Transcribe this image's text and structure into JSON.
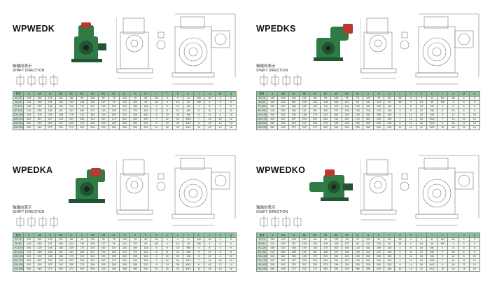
{
  "shaft_direction": {
    "cn": "轴输向表示",
    "en": "SHAFT DIRECTION"
  },
  "panels": [
    {
      "title": "WPWEDK",
      "headers": [
        "型号",
        "A",
        "AB",
        "B",
        "BE",
        "AC",
        "BC",
        "AD",
        "BD",
        "HL",
        "LL",
        "H",
        "Z-L",
        "L",
        "T",
        "E",
        "b",
        "t",
        "d",
        "M",
        "Q"
      ],
      "rows": [
        [
          "40-75",
          "135",
          "163",
          "125",
          "101",
          "88",
          "95",
          "125",
          "95",
          "75",
          "120",
          "78",
          "80",
          "55",
          "4",
          "4",
          "11",
          "M4",
          "46",
          "4",
          "5"
        ],
        [
          "50-90",
          "144",
          "180",
          "151",
          "154",
          "104",
          "118",
          "160",
          "127",
          "90",
          "141",
          "123",
          "90",
          "65",
          "4",
          "4.5",
          "16",
          "M5",
          "4",
          "6",
          "5"
        ],
        [
          "70-120",
          "180",
          "220",
          "158",
          "150",
          "140",
          "170",
          "203",
          "160",
          "120",
          "181",
          "159",
          "118",
          "4",
          "6",
          "18",
          "M6",
          "4",
          "8",
          "5",
          "6"
        ],
        [
          "80-135",
          "215",
          "260",
          "186",
          "151",
          "161",
          "180",
          "237",
          "190",
          "135",
          "213",
          "170",
          "140",
          "5",
          "8",
          "22",
          "M8",
          "5",
          "10",
          "6",
          "8"
        ],
        [
          "100-155",
          "254",
          "300",
          "236",
          "198",
          "179",
          "210",
          "264",
          "220",
          "155",
          "252",
          "206",
          "160",
          "6",
          "10",
          "28",
          "M8",
          "6",
          "12",
          "8",
          "10"
        ],
        [
          "120-175",
          "303",
          "357",
          "297",
          "234",
          "201",
          "254",
          "311",
          "267",
          "175",
          "301",
          "240",
          "190",
          "7",
          "12",
          "34",
          "M10",
          "7",
          "14",
          "10",
          "12"
        ],
        [
          "135-200",
          "330",
          "392",
          "323",
          "247",
          "230",
          "273",
          "339",
          "293",
          "200",
          "329",
          "250",
          "210",
          "8",
          "14",
          "38",
          "M10",
          "8",
          "16",
          "12",
          "14"
        ],
        [
          "155-250",
          "380",
          "446",
          "373",
          "292",
          "272",
          "302",
          "394",
          "324",
          "250",
          "389",
          "292",
          "240",
          "10",
          "16",
          "42",
          "M12",
          "10",
          "18",
          "14",
          "16"
        ]
      ]
    },
    {
      "title": "WPEDKS",
      "headers": [
        "型号",
        "A",
        "AB",
        "B",
        "BE",
        "AC",
        "BC",
        "AD",
        "BD",
        "HL",
        "LL",
        "H",
        "Z-L",
        "L",
        "T",
        "E",
        "b",
        "t",
        "d",
        "M",
        "Q"
      ],
      "rows": [
        [
          "40-75",
          "135",
          "163",
          "125",
          "101",
          "88",
          "95",
          "125",
          "95",
          "75",
          "120",
          "78",
          "80",
          "55",
          "4",
          "4",
          "11",
          "M4",
          "46",
          "4",
          "5"
        ],
        [
          "50-90",
          "144",
          "180",
          "151",
          "154",
          "104",
          "118",
          "160",
          "127",
          "90",
          "141",
          "123",
          "90",
          "65",
          "4",
          "4.5",
          "16",
          "M5",
          "4",
          "6",
          "5"
        ],
        [
          "70-120",
          "180",
          "220",
          "158",
          "150",
          "140",
          "170",
          "203",
          "160",
          "120",
          "181",
          "159",
          "118",
          "4",
          "6",
          "18",
          "M6",
          "4",
          "8",
          "5",
          "6"
        ],
        [
          "80-135",
          "215",
          "260",
          "186",
          "151",
          "161",
          "180",
          "237",
          "190",
          "135",
          "213",
          "170",
          "140",
          "5",
          "8",
          "22",
          "M8",
          "5",
          "10",
          "6",
          "8"
        ],
        [
          "100-155",
          "254",
          "300",
          "236",
          "198",
          "179",
          "210",
          "264",
          "220",
          "155",
          "252",
          "206",
          "160",
          "6",
          "10",
          "28",
          "M8",
          "6",
          "12",
          "8",
          "10"
        ],
        [
          "120-175",
          "303",
          "357",
          "297",
          "234",
          "201",
          "254",
          "311",
          "267",
          "175",
          "301",
          "240",
          "190",
          "7",
          "12",
          "34",
          "M10",
          "7",
          "14",
          "10",
          "12"
        ],
        [
          "135-200",
          "330",
          "392",
          "323",
          "247",
          "230",
          "273",
          "339",
          "293",
          "200",
          "329",
          "250",
          "210",
          "8",
          "14",
          "38",
          "M10",
          "8",
          "16",
          "12",
          "14"
        ],
        [
          "155-250",
          "380",
          "446",
          "373",
          "292",
          "272",
          "302",
          "394",
          "324",
          "250",
          "389",
          "292",
          "240",
          "10",
          "16",
          "42",
          "M12",
          "10",
          "18",
          "14",
          "16"
        ]
      ]
    },
    {
      "title": "WPEDKA",
      "headers": [
        "型号",
        "A",
        "AB",
        "B",
        "BE",
        "LL",
        "H",
        "HA",
        "HB",
        "M",
        "N",
        "E",
        "F",
        "G",
        "Z",
        "L",
        "T",
        "b",
        "t",
        "d",
        "Q"
      ],
      "rows": [
        [
          "40-75",
          "135",
          "163",
          "125",
          "101",
          "88",
          "95",
          "125",
          "95",
          "75",
          "120",
          "78",
          "80",
          "55",
          "4",
          "4",
          "11",
          "M4",
          "46",
          "4",
          "5"
        ],
        [
          "50-90",
          "144",
          "180",
          "151",
          "154",
          "104",
          "118",
          "160",
          "127",
          "90",
          "141",
          "123",
          "90",
          "65",
          "4",
          "4.5",
          "16",
          "M5",
          "4",
          "6",
          "5"
        ],
        [
          "70-120",
          "180",
          "220",
          "158",
          "150",
          "140",
          "170",
          "203",
          "160",
          "120",
          "181",
          "159",
          "118",
          "4",
          "6",
          "18",
          "M6",
          "4",
          "8",
          "5",
          "6"
        ],
        [
          "80-135",
          "215",
          "260",
          "186",
          "151",
          "161",
          "180",
          "237",
          "190",
          "135",
          "213",
          "170",
          "140",
          "5",
          "8",
          "22",
          "M8",
          "5",
          "10",
          "6",
          "8"
        ],
        [
          "100-155",
          "254",
          "300",
          "236",
          "198",
          "179",
          "210",
          "264",
          "220",
          "155",
          "252",
          "206",
          "160",
          "6",
          "10",
          "28",
          "M8",
          "6",
          "12",
          "8",
          "10"
        ],
        [
          "120-175",
          "303",
          "357",
          "297",
          "234",
          "201",
          "254",
          "311",
          "267",
          "175",
          "301",
          "240",
          "190",
          "7",
          "12",
          "34",
          "M10",
          "7",
          "14",
          "10",
          "12"
        ],
        [
          "135-200",
          "330",
          "392",
          "323",
          "247",
          "230",
          "273",
          "339",
          "293",
          "200",
          "329",
          "250",
          "210",
          "8",
          "14",
          "38",
          "M10",
          "8",
          "16",
          "12",
          "14"
        ],
        [
          "155-250",
          "380",
          "446",
          "373",
          "292",
          "272",
          "302",
          "394",
          "324",
          "250",
          "389",
          "292",
          "240",
          "10",
          "16",
          "42",
          "M12",
          "10",
          "18",
          "14",
          "16"
        ]
      ]
    },
    {
      "title": "WPWEDKO",
      "headers": [
        "型号",
        "A",
        "AB",
        "B",
        "BE",
        "BC",
        "SE",
        "BS",
        "CA",
        "M",
        "N",
        "E",
        "F",
        "G",
        "Z",
        "L",
        "T",
        "b",
        "t",
        "d",
        "Q"
      ],
      "rows": [
        [
          "40-75",
          "135",
          "163",
          "125",
          "101",
          "88",
          "95",
          "125",
          "95",
          "75",
          "120",
          "78",
          "80",
          "55",
          "4",
          "4",
          "11",
          "M4",
          "46",
          "4",
          "5"
        ],
        [
          "50-90",
          "144",
          "180",
          "151",
          "154",
          "104",
          "118",
          "160",
          "127",
          "90",
          "141",
          "123",
          "90",
          "65",
          "4",
          "4.5",
          "16",
          "M5",
          "4",
          "6",
          "5"
        ],
        [
          "70-120",
          "180",
          "220",
          "158",
          "150",
          "140",
          "170",
          "203",
          "160",
          "120",
          "181",
          "159",
          "118",
          "4",
          "6",
          "18",
          "M6",
          "4",
          "8",
          "5",
          "6"
        ],
        [
          "80-135",
          "215",
          "260",
          "186",
          "151",
          "161",
          "180",
          "237",
          "190",
          "135",
          "213",
          "170",
          "140",
          "5",
          "8",
          "22",
          "M8",
          "5",
          "10",
          "6",
          "8"
        ],
        [
          "100-155",
          "254",
          "300",
          "236",
          "198",
          "179",
          "210",
          "264",
          "220",
          "155",
          "252",
          "206",
          "160",
          "6",
          "10",
          "28",
          "M8",
          "6",
          "12",
          "8",
          "10"
        ],
        [
          "120-175",
          "303",
          "357",
          "297",
          "234",
          "201",
          "254",
          "311",
          "267",
          "175",
          "301",
          "240",
          "190",
          "7",
          "12",
          "34",
          "M10",
          "7",
          "14",
          "10",
          "12"
        ],
        [
          "135-200",
          "330",
          "392",
          "323",
          "247",
          "230",
          "273",
          "339",
          "293",
          "200",
          "329",
          "250",
          "210",
          "8",
          "14",
          "38",
          "M10",
          "8",
          "16",
          "12",
          "14"
        ],
        [
          "155-250",
          "380",
          "446",
          "373",
          "292",
          "272",
          "302",
          "394",
          "324",
          "250",
          "389",
          "292",
          "240",
          "10",
          "16",
          "42",
          "M12",
          "10",
          "18",
          "14",
          "16"
        ]
      ]
    }
  ],
  "colors": {
    "body_green": "#2f7a45",
    "dark_green": "#1f5531",
    "motor_red": "#b83a2e",
    "header_green": "#8fbf9b",
    "line_gray": "#777777"
  }
}
